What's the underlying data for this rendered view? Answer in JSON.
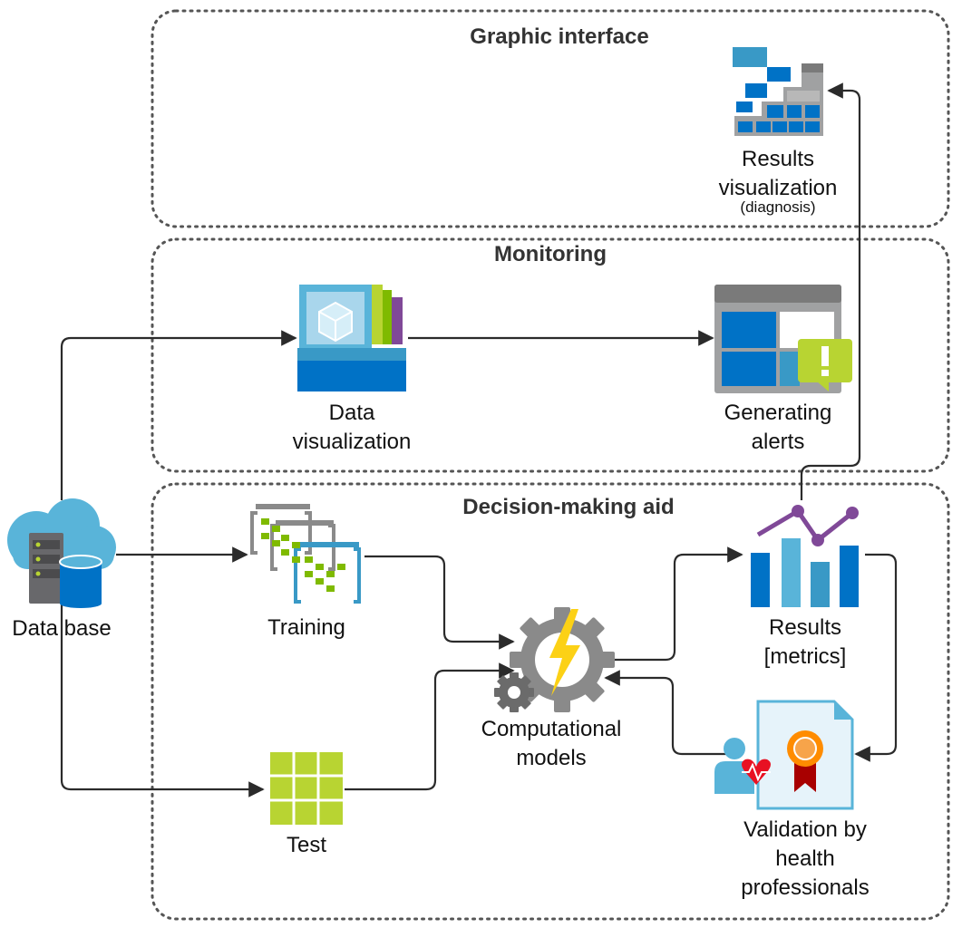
{
  "regions": {
    "graphic_interface": "Graphic interface",
    "monitoring": "Monitoring",
    "decision_making": "Decision-making aid"
  },
  "nodes": {
    "results_visualization": {
      "line1": "Results",
      "line2": "visualization",
      "line3": "(diagnosis)"
    },
    "data_visualization": {
      "line1": "Data",
      "line2": "visualization"
    },
    "generating_alerts": {
      "line1": "Generating",
      "line2": "alerts"
    },
    "data_base": {
      "label": "Data base"
    },
    "training": {
      "label": "Training"
    },
    "test": {
      "label": "Test"
    },
    "computational_models": {
      "line1": "Computational",
      "line2": "models"
    },
    "results_metrics": {
      "line1": "Results",
      "line2": "[metrics]"
    },
    "validation": {
      "line1": "Validation by",
      "line2": "health",
      "line3": "professionals"
    }
  },
  "icons": {
    "results_visualization": "stair-chart-icon",
    "data_visualization": "data-cube-icon",
    "generating_alerts": "alert-dashboard-icon",
    "data_base": "cloud-database-icon",
    "training": "training-data-icon",
    "test": "test-grid-icon",
    "computational_models": "gear-lightning-icon",
    "results_metrics": "bar-line-chart-icon",
    "validation": "health-certificate-icon"
  },
  "colors": {
    "blue": "#0072c6",
    "light_blue": "#59b4d9",
    "green": "#7fba00",
    "lime": "#b8d432",
    "purple": "#804998",
    "gray": "#999999",
    "orange": "#ff8c00",
    "red": "#e81123",
    "dark_red": "#a80000"
  }
}
